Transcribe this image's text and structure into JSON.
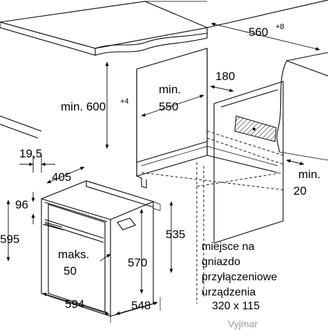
{
  "labels": {
    "worktop_width": "560",
    "worktop_width_tol": "+8",
    "cab_gap_min_label": "min.",
    "cab_gap_min_value": "550",
    "height_min_label": "min. 600",
    "height_tol": "+4",
    "depth_180": "180",
    "rear_min_label": "min.",
    "rear_min_value": "20",
    "front_19_5": "19,5",
    "depth_405": "405",
    "front_96": "96",
    "height_595": "595",
    "height_535": "535",
    "handle_max_label": "maks.",
    "handle_max_value": "50",
    "height_570": "570",
    "width_594": "594",
    "depth_548": "548",
    "socket_note": [
      "miejsce na",
      "gniazdo",
      "przyłączeniowe",
      "urządzenia",
      "320 x 115"
    ],
    "watermark": "Vyjmar"
  }
}
